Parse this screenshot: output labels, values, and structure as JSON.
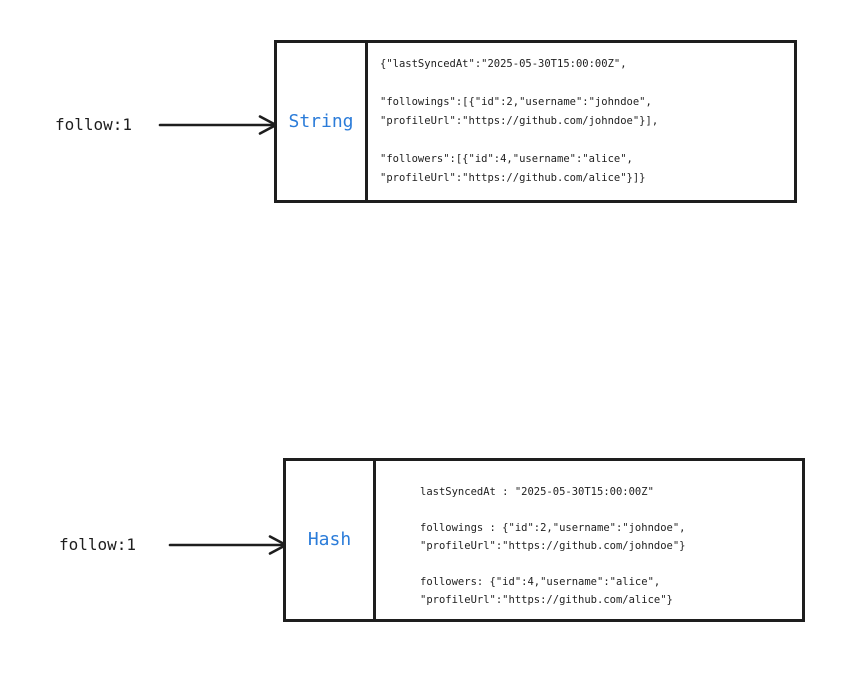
{
  "colors": {
    "accent_blue": "#2b7cd9",
    "stroke_dark": "#1e1e1e",
    "background": "#ffffff"
  },
  "diagrams": [
    {
      "key_label": "follow:1",
      "type_label": "String",
      "value_lines": [
        "{\"lastSyncedAt\":\"2025-05-30T15:00:00Z\",",
        "",
        "\"followings\":[{\"id\":2,\"username\":\"johndoe\",",
        "\"profileUrl\":\"https://github.com/johndoe\"}],",
        "",
        "\"followers\":[{\"id\":4,\"username\":\"alice\",",
        "\"profileUrl\":\"https://github.com/alice\"}]}"
      ]
    },
    {
      "key_label": "follow:1",
      "type_label": "Hash",
      "value_lines": [
        "lastSyncedAt : \"2025-05-30T15:00:00Z\"",
        "",
        "followings : {\"id\":2,\"username\":\"johndoe\",",
        "\"profileUrl\":\"https://github.com/johndoe\"}",
        "",
        "followers: {\"id\":4,\"username\":\"alice\",",
        "\"profileUrl\":\"https://github.com/alice\"}"
      ]
    }
  ]
}
